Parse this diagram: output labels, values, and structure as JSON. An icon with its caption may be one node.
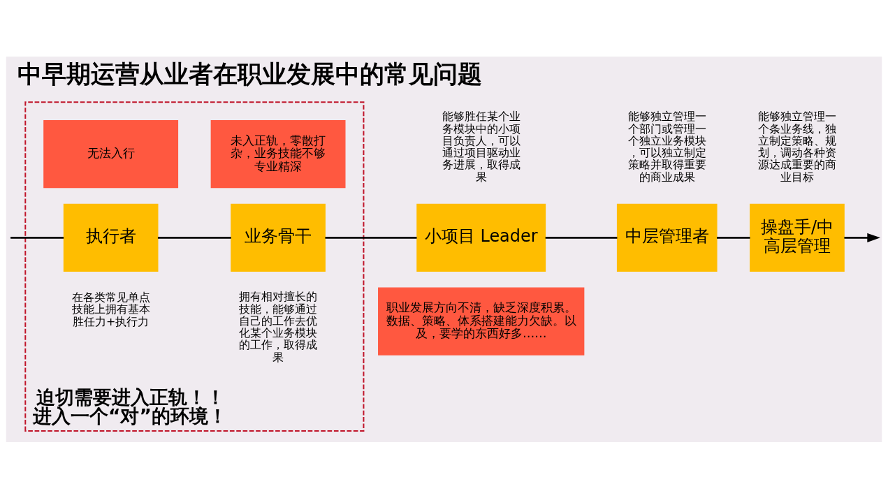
{
  "diagram": {
    "title": "中早期运营从业者在职业发展中的常见问题",
    "nodes": [
      {
        "text": [
          "迫切需要进入正轨！！",
          "进入一个“对”的环境！"
        ]
      },
      {
        "text": [
          "无法入行"
        ],
        "in": 0
      },
      {
        "text": [
          "未入正轨，零散打杂，业务技能不够专业精深"
        ],
        "in": 0
      },
      {
        "text": [
          "执行者"
        ],
        "in": 0,
        "beside": [
          "在各类常见单点技能上拥有基本胜任力+执行力"
        ]
      },
      {
        "text": [
          "业务骨干"
        ],
        "in": 0,
        "beside": [
          "拥有相对擅长的技能，能够通过自己的工作去优化某个业务模块的工作，取得成果"
        ]
      },
      {
        "text": [
          "职业发展方向不清，缺乏深度积累。数据、策略、体系搭建能力欠缺。以及，要学的东西好多……"
        ]
      },
      {
        "text": [
          "小项目 Leader"
        ],
        "beside": [
          "能够胜任某个业务模块中的小项目负责人，可以通过项目驱动业务进展，取得成果"
        ]
      },
      {
        "text": [
          "中层管理者"
        ],
        "beside": [
          "能够独立管理一个部门或管理一个独立业务模块，可以独立制定策略并取得重要的商业成果"
        ]
      },
      {
        "text": [
          "操盘手/中高层管理"
        ],
        "beside": [
          "能够独立管理一个条业务线，独立制定策略、规划，调动各种资源达成重要的商业目标"
        ]
      }
    ],
    "edges": [
      {
        "from": null,
        "to": 3,
        "arrow": "none"
      },
      {
        "from": 3,
        "to": 4,
        "arrow": "none"
      },
      {
        "from": 4,
        "to": 6,
        "arrow": "none"
      },
      {
        "from": 6,
        "to": 7,
        "arrow": "none"
      },
      {
        "from": 7,
        "to": 8,
        "arrow": "none"
      },
      {
        "from": 8,
        "to": null,
        "arrow": "to"
      }
    ]
  }
}
